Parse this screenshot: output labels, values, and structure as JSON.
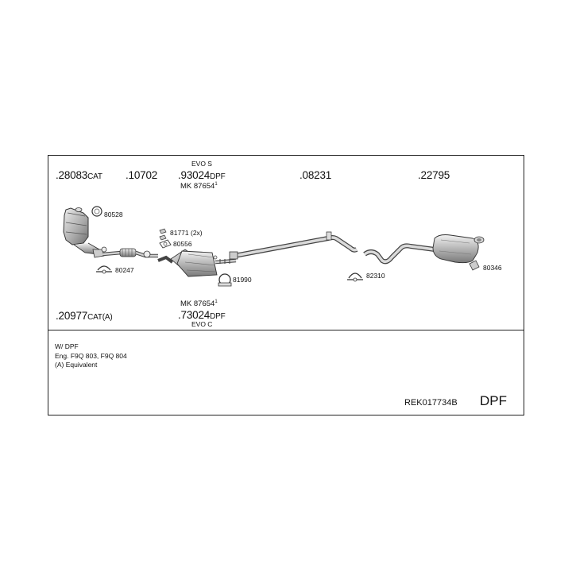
{
  "parts": {
    "p28083": {
      "num": ".28083",
      "suffix": "CAT"
    },
    "p10702": {
      "num": ".10702",
      "suffix": ""
    },
    "evo_s": "EVO S",
    "p93024": {
      "num": ".93024",
      "suffix": "DPF"
    },
    "mk_top": {
      "text": "MK 87654",
      "mark": "1"
    },
    "p08231": {
      "num": ".08231",
      "suffix": ""
    },
    "p22795": {
      "num": ".22795",
      "suffix": ""
    },
    "p20977": {
      "num": ".20977",
      "suffix": "CAT(A)"
    },
    "mk_bottom": {
      "text": "MK 87654",
      "mark": "1"
    },
    "p73024": {
      "num": ".73024",
      "suffix": "DPF"
    },
    "evo_c": "EVO C"
  },
  "small_parts": {
    "s80528": "80528",
    "s81771": "81771 (2x)",
    "s80556": "80556",
    "s80247": "80247",
    "s81990": "81990",
    "s82310": "82310",
    "s80346": "80346"
  },
  "notes": [
    "W/ DPF",
    "Eng. F9Q 803, F9Q 804",
    "(A) Equivalent"
  ],
  "reference": "REK017734B",
  "tag": "DPF"
}
